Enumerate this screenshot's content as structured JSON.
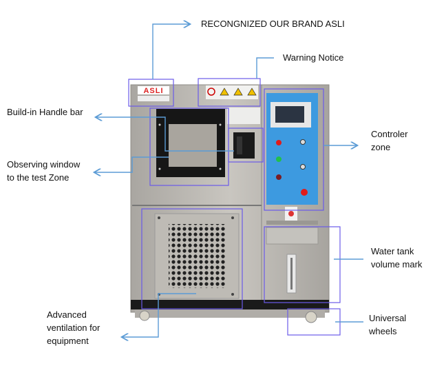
{
  "labels": {
    "brand": "RECONGNIZED OUR BRAND ASLI",
    "warning": "Warning Notice",
    "handle": "Build-in Handle bar",
    "window_1": "Observing window",
    "window_2": "to the test Zone",
    "controller_1": "Controler",
    "controller_2": "zone",
    "water_1": "Water tank",
    "water_2": "volume mark",
    "wheels_1": "Universal",
    "wheels_2": "wheels",
    "vent_1": "Advanced",
    "vent_2": "ventilation for",
    "vent_3": "equipment"
  },
  "machine": {
    "logo": "ASLI"
  },
  "colors": {
    "callout_line": "#5b9bd5",
    "highlight_box": "#6a5ae8",
    "steel": "#b9b6b0",
    "panel_blue": "#3d9ae0",
    "base": "#1a1a1a"
  }
}
